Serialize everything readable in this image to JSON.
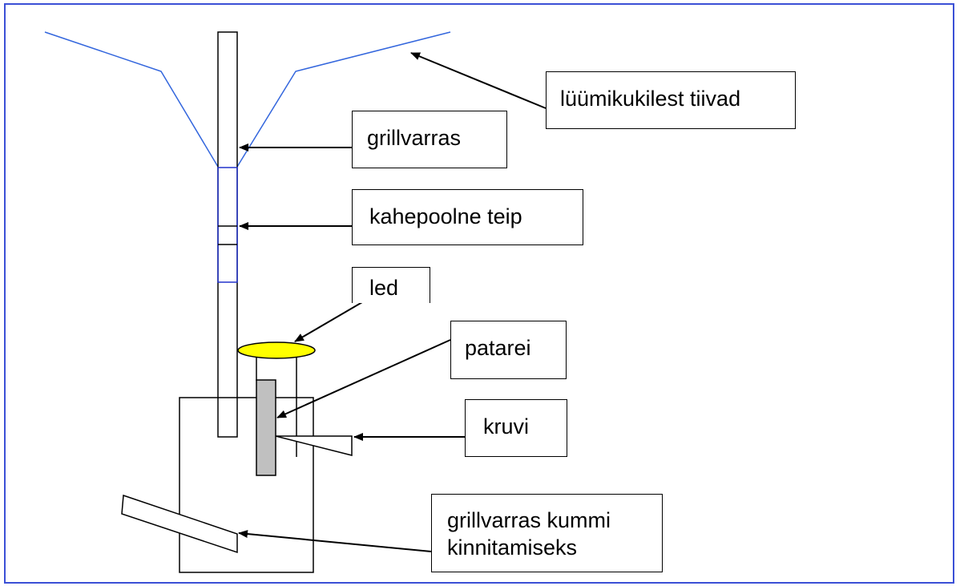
{
  "labels": {
    "wings": "lüümikukilest tiivad",
    "rod": "grillvarras",
    "tape": "kahepoolne teip",
    "led": "led",
    "battery": "patarei",
    "screw": "kruvi",
    "rod_rubber_line1": "grillvarras kummi",
    "rod_rubber_line2": "kinnitamiseks"
  },
  "colors": {
    "frame": "#3b50d6",
    "wings": "#3366dd",
    "tape": "#2233cc",
    "led": "#ffff00",
    "battery": "#c0c0c0",
    "lines": "#000000"
  }
}
